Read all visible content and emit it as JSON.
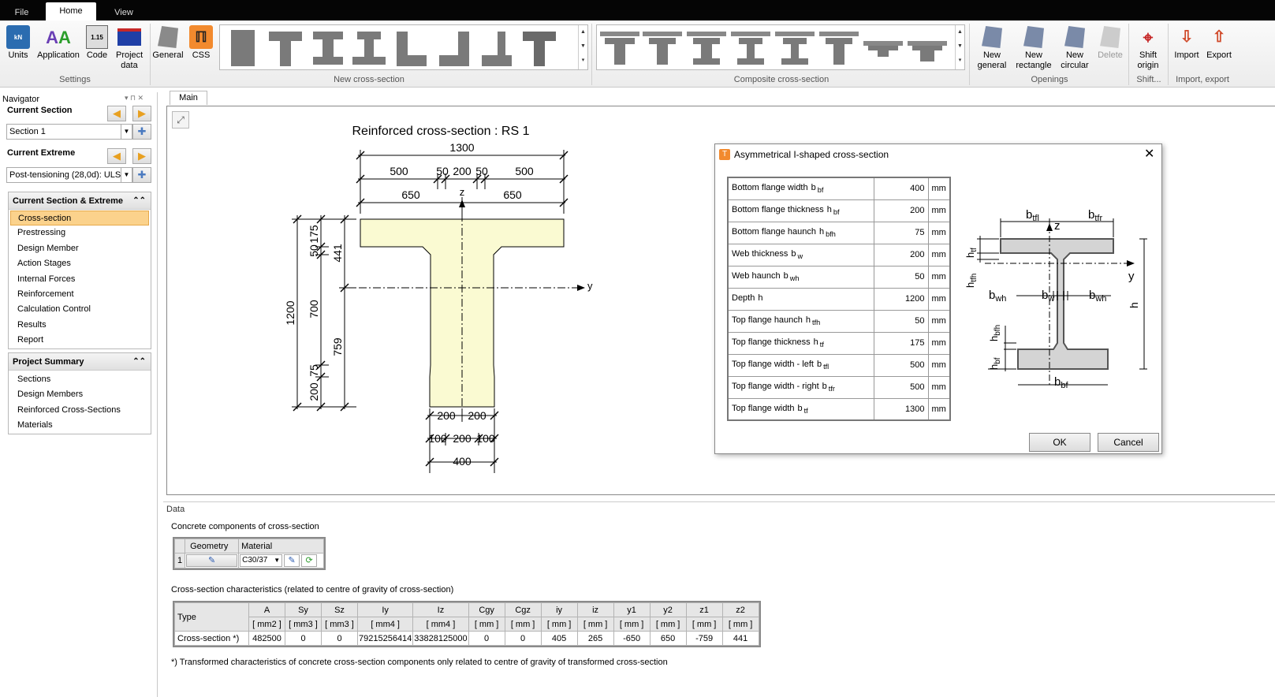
{
  "menu_tabs": [
    "File",
    "Home",
    "View"
  ],
  "ribbon": {
    "units": "Units",
    "application": "Application",
    "code": "Code",
    "project_data": "Project data",
    "settings_group": "Settings",
    "general": "General",
    "css": "CSS",
    "new_cs_group": "New cross-section",
    "composite_group": "Composite cross-section",
    "new_general": "New general",
    "new_rectangle": "New rectangle",
    "new_circular": "New circular",
    "delete": "Delete",
    "openings_group": "Openings",
    "shift_origin": "Shift origin",
    "shift_group": "Shift...",
    "import": "Import",
    "export": "Export",
    "import_export_group": "Import, export"
  },
  "navigator": {
    "title": "Navigator",
    "current_section_label": "Current Section",
    "current_section_value": "Section 1",
    "current_extreme_label": "Current Extreme",
    "current_extreme_value": "Post-tensioning (28,0d): ULS",
    "panel1_title": "Current Section & Extreme",
    "panel1_items": [
      "Cross-section",
      "Prestressing",
      "Design Member",
      "Action Stages",
      "Internal Forces",
      "Reinforcement",
      "Calculation Control",
      "Results",
      "Report"
    ],
    "panel2_title": "Project Summary",
    "panel2_items": [
      "Sections",
      "Design Members",
      "Reinforced Cross-Sections",
      "Materials"
    ]
  },
  "main_tab": "Main",
  "drawing": {
    "title": "Reinforced cross-section : RS 1",
    "top_dims": [
      "1300",
      "500",
      "50",
      "200",
      "50",
      "500",
      "650",
      "650"
    ],
    "axis_z": "z",
    "axis_y": "y",
    "left_dims": [
      "1200",
      "175",
      "50",
      "441",
      "700",
      "759",
      "75",
      "200"
    ],
    "bottom_dims": [
      "200",
      "200",
      "100",
      "200",
      "100",
      "400"
    ]
  },
  "data_pane": {
    "title": "Data",
    "concrete_label": "Concrete components of cross-section",
    "concrete_headers": [
      "Geometry",
      "Material"
    ],
    "concrete_row": {
      "index": "1",
      "material": "C30/37"
    },
    "char_label": "Cross-section characteristics (related to centre of gravity of cross-section)",
    "char_headers": [
      "Type",
      "A",
      "Sy",
      "Sz",
      "Iy",
      "Iz",
      "Cgy",
      "Cgz",
      "iy",
      "iz",
      "y1",
      "y2",
      "z1",
      "z2"
    ],
    "char_units": [
      "",
      "[ mm2 ]",
      "[ mm3 ]",
      "[ mm3 ]",
      "[ mm4 ]",
      "[ mm4 ]",
      "[ mm ]",
      "[ mm ]",
      "[ mm ]",
      "[ mm ]",
      "[ mm ]",
      "[ mm ]",
      "[ mm ]",
      "[ mm ]"
    ],
    "char_row": [
      "Cross-section *)",
      "482500",
      "0",
      "0",
      "79215256414",
      "33828125000",
      "0",
      "0",
      "405",
      "265",
      "-650",
      "650",
      "-759",
      "441"
    ],
    "footnote": "*) Transformed characteristics of concrete cross-section components only related to centre of gravity of transformed cross-section"
  },
  "dialog": {
    "title": "Asymmetrical I-shaped cross-section",
    "rows": [
      {
        "label": "Bottom flange width",
        "sym": "b",
        "sub": "bf",
        "value": "400",
        "unit": "mm"
      },
      {
        "label": "Bottom flange thickness",
        "sym": "h",
        "sub": "bf",
        "value": "200",
        "unit": "mm"
      },
      {
        "label": "Bottom flange haunch",
        "sym": "h",
        "sub": "bfh",
        "value": "75",
        "unit": "mm"
      },
      {
        "label": "Web thickness",
        "sym": "b",
        "sub": "w",
        "value": "200",
        "unit": "mm"
      },
      {
        "label": "Web haunch",
        "sym": "b",
        "sub": "wh",
        "value": "50",
        "unit": "mm"
      },
      {
        "label": "Depth",
        "sym": "h",
        "sub": "",
        "value": "1200",
        "unit": "mm"
      },
      {
        "label": "Top flange haunch",
        "sym": "h",
        "sub": "tfh",
        "value": "50",
        "unit": "mm"
      },
      {
        "label": "Top flange thickness",
        "sym": "h",
        "sub": "tf",
        "value": "175",
        "unit": "mm"
      },
      {
        "label": "Top flange width - left",
        "sym": "b",
        "sub": "tfl",
        "value": "500",
        "unit": "mm"
      },
      {
        "label": "Top flange width - right",
        "sym": "b",
        "sub": "tfr",
        "value": "500",
        "unit": "mm"
      },
      {
        "label": "Top flange width",
        "sym": "b",
        "sub": "tf",
        "value": "1300",
        "unit": "mm"
      }
    ],
    "ok": "OK",
    "cancel": "Cancel"
  },
  "colors": {
    "section_fill": "#fafad2",
    "selected_nav": "#fbd28c",
    "dialog_icon": "#f28a2e"
  }
}
